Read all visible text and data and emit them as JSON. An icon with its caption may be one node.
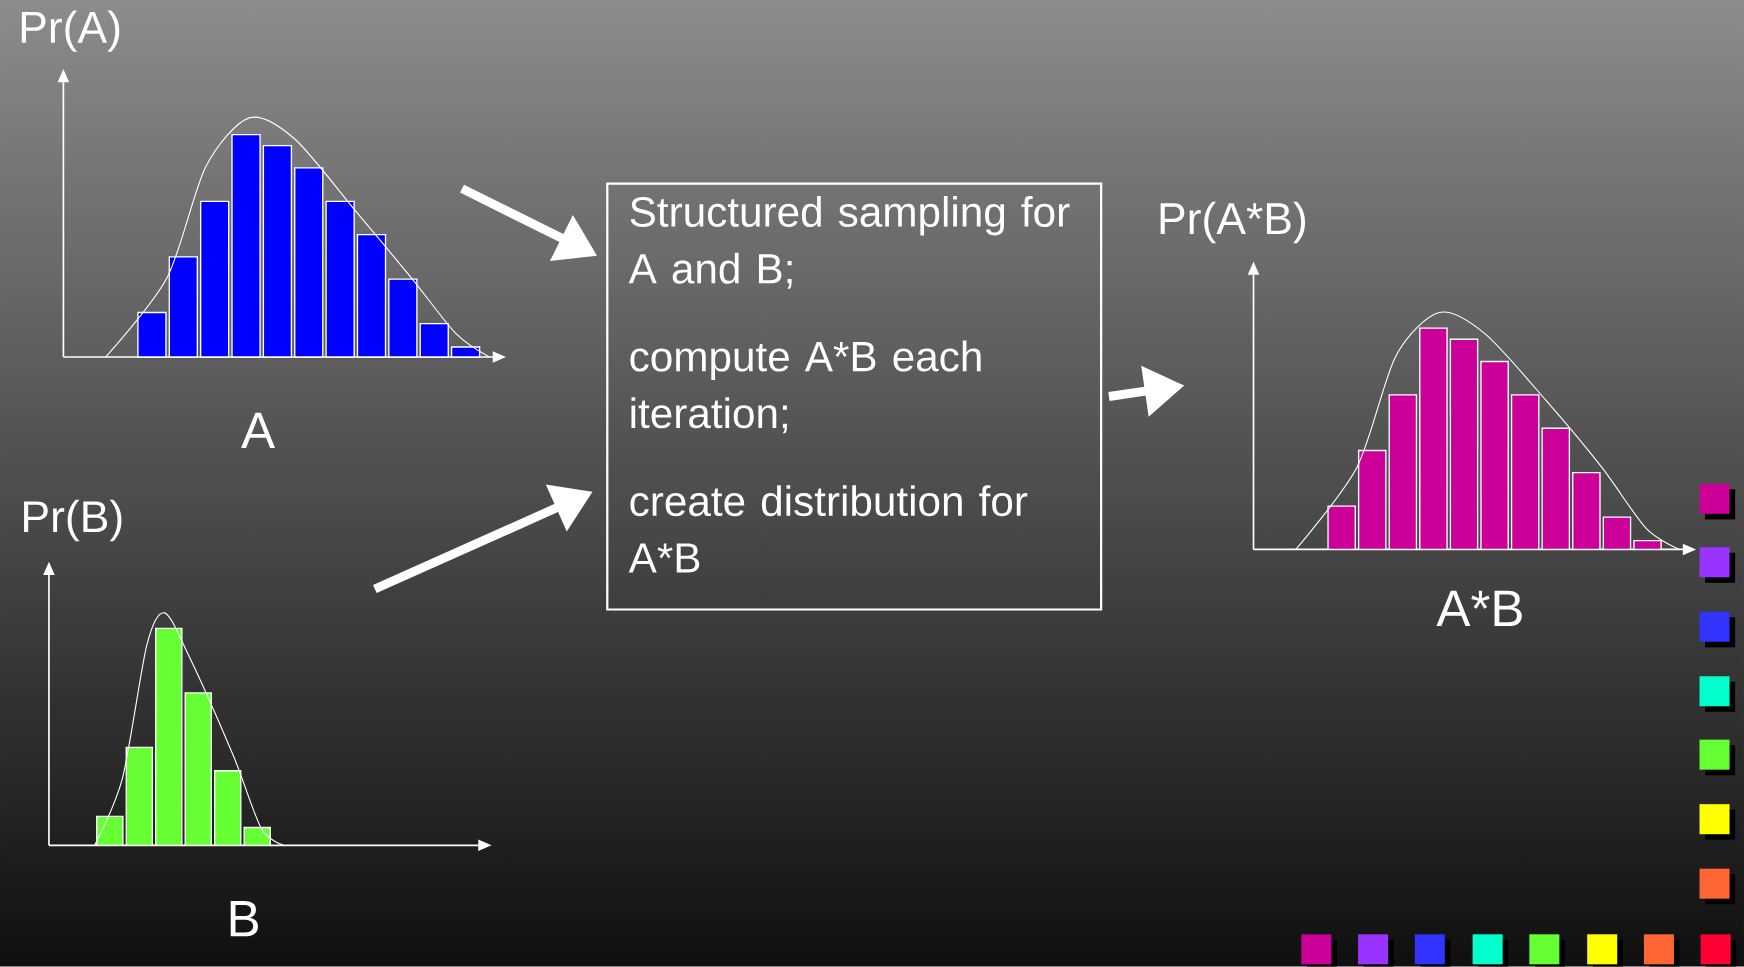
{
  "diagram": {
    "nodes": [
      {
        "text": [],
        "shape": "picture",
        "beside": [
          "Pr(A)",
          "A"
        ]
      },
      {
        "text": [],
        "shape": "picture",
        "beside": [
          "Pr(B)",
          "B"
        ]
      },
      {
        "text": [
          "Structured sampling for A and B;",
          "compute A*B each iteration;",
          "create distribution for A*B"
        ]
      },
      {
        "text": [],
        "shape": "picture",
        "beside": [
          "Pr(A*B)",
          "A*B"
        ]
      }
    ],
    "edges": [
      {
        "from": 0,
        "to": 2,
        "arrow": "to"
      },
      {
        "from": 1,
        "to": 2,
        "arrow": "to"
      },
      {
        "from": 2,
        "to": 3,
        "arrow": "to"
      }
    ]
  }
}
